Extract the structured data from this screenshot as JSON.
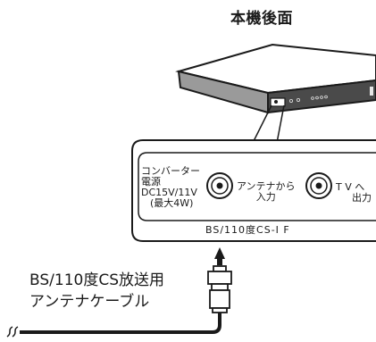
{
  "title": "本機後面",
  "panel": {
    "converter_line1": "コンバーター",
    "converter_line2": "電源",
    "converter_line3": "DC15V/11V",
    "converter_line4": "(最大4W)",
    "antenna_in_line1": "アンテナから",
    "antenna_in_line2": "入力",
    "tv_out_line1": "T V へ",
    "tv_out_line2": "出力",
    "port_label": "BS/110度CS-I F"
  },
  "cable": {
    "label_line1": "BS/110度CS放送用",
    "label_line2": "アンテナケーブル"
  }
}
